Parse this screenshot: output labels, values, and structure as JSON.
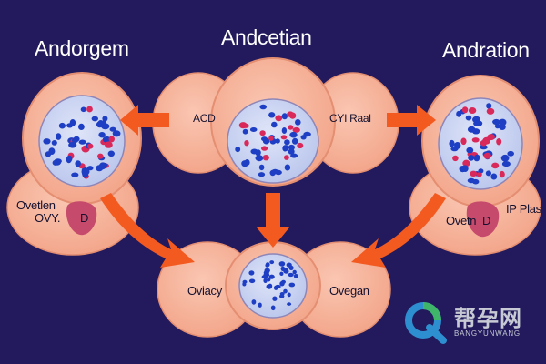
{
  "labels": {
    "top_left": "Andorgem",
    "top_center": "Andcetian",
    "top_right": "Andration",
    "center_left": "ACD",
    "center_right": "CYI Raal",
    "left_1": "Ovetlen",
    "left_2": "OVY.",
    "left_3": "D",
    "right_1": "Ovetn",
    "right_2": "D",
    "right_3": "IP Plas",
    "bottom_left": "Oviacy",
    "bottom_right": "Ovegan"
  },
  "watermark": {
    "chinese": "帮孕网",
    "latin": "BANGYUNWANG",
    "logo": "q-logo-icon"
  },
  "colors": {
    "background": "#221a5c",
    "cell": "#f6b49c",
    "cell_edge": "#e48e72",
    "nucleus": "#c9d4f2",
    "dot_blue": "#1e3fc4",
    "dot_red": "#d9295a",
    "arrow": "#f35a1f",
    "pink_blob": "#c64a6c"
  }
}
